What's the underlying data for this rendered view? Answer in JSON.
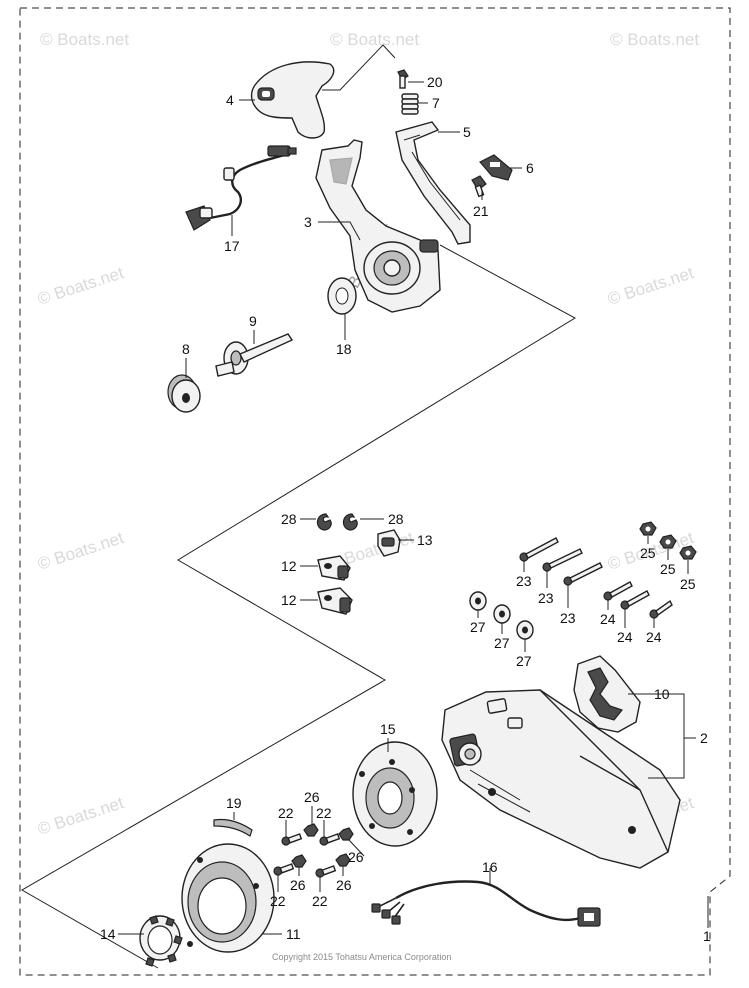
{
  "watermark_text": "© Boats.net",
  "copyright": "Copyright 2015 Tohatsu America Corporation",
  "callouts": {
    "c1": "1",
    "c2": "2",
    "c3": "3",
    "c4": "4",
    "c5": "5",
    "c6": "6",
    "c7": "7",
    "c8": "8",
    "c9": "9",
    "c10": "10",
    "c11": "11",
    "c12a": "12",
    "c12b": "12",
    "c13": "13",
    "c14": "14",
    "c15": "15",
    "c16": "16",
    "c17": "17",
    "c18": "18",
    "c19": "19",
    "c20": "20",
    "c21": "21",
    "c22a": "22",
    "c22b": "22",
    "c22c": "22",
    "c22d": "22",
    "c23a": "23",
    "c23b": "23",
    "c23c": "23",
    "c24a": "24",
    "c24b": "24",
    "c24c": "24",
    "c25a": "25",
    "c25b": "25",
    "c25c": "25",
    "c26a": "26",
    "c26b": "26",
    "c26c": "26",
    "c26d": "26",
    "c27a": "27",
    "c27b": "27",
    "c27c": "27",
    "c28a": "28",
    "c28b": "28"
  }
}
